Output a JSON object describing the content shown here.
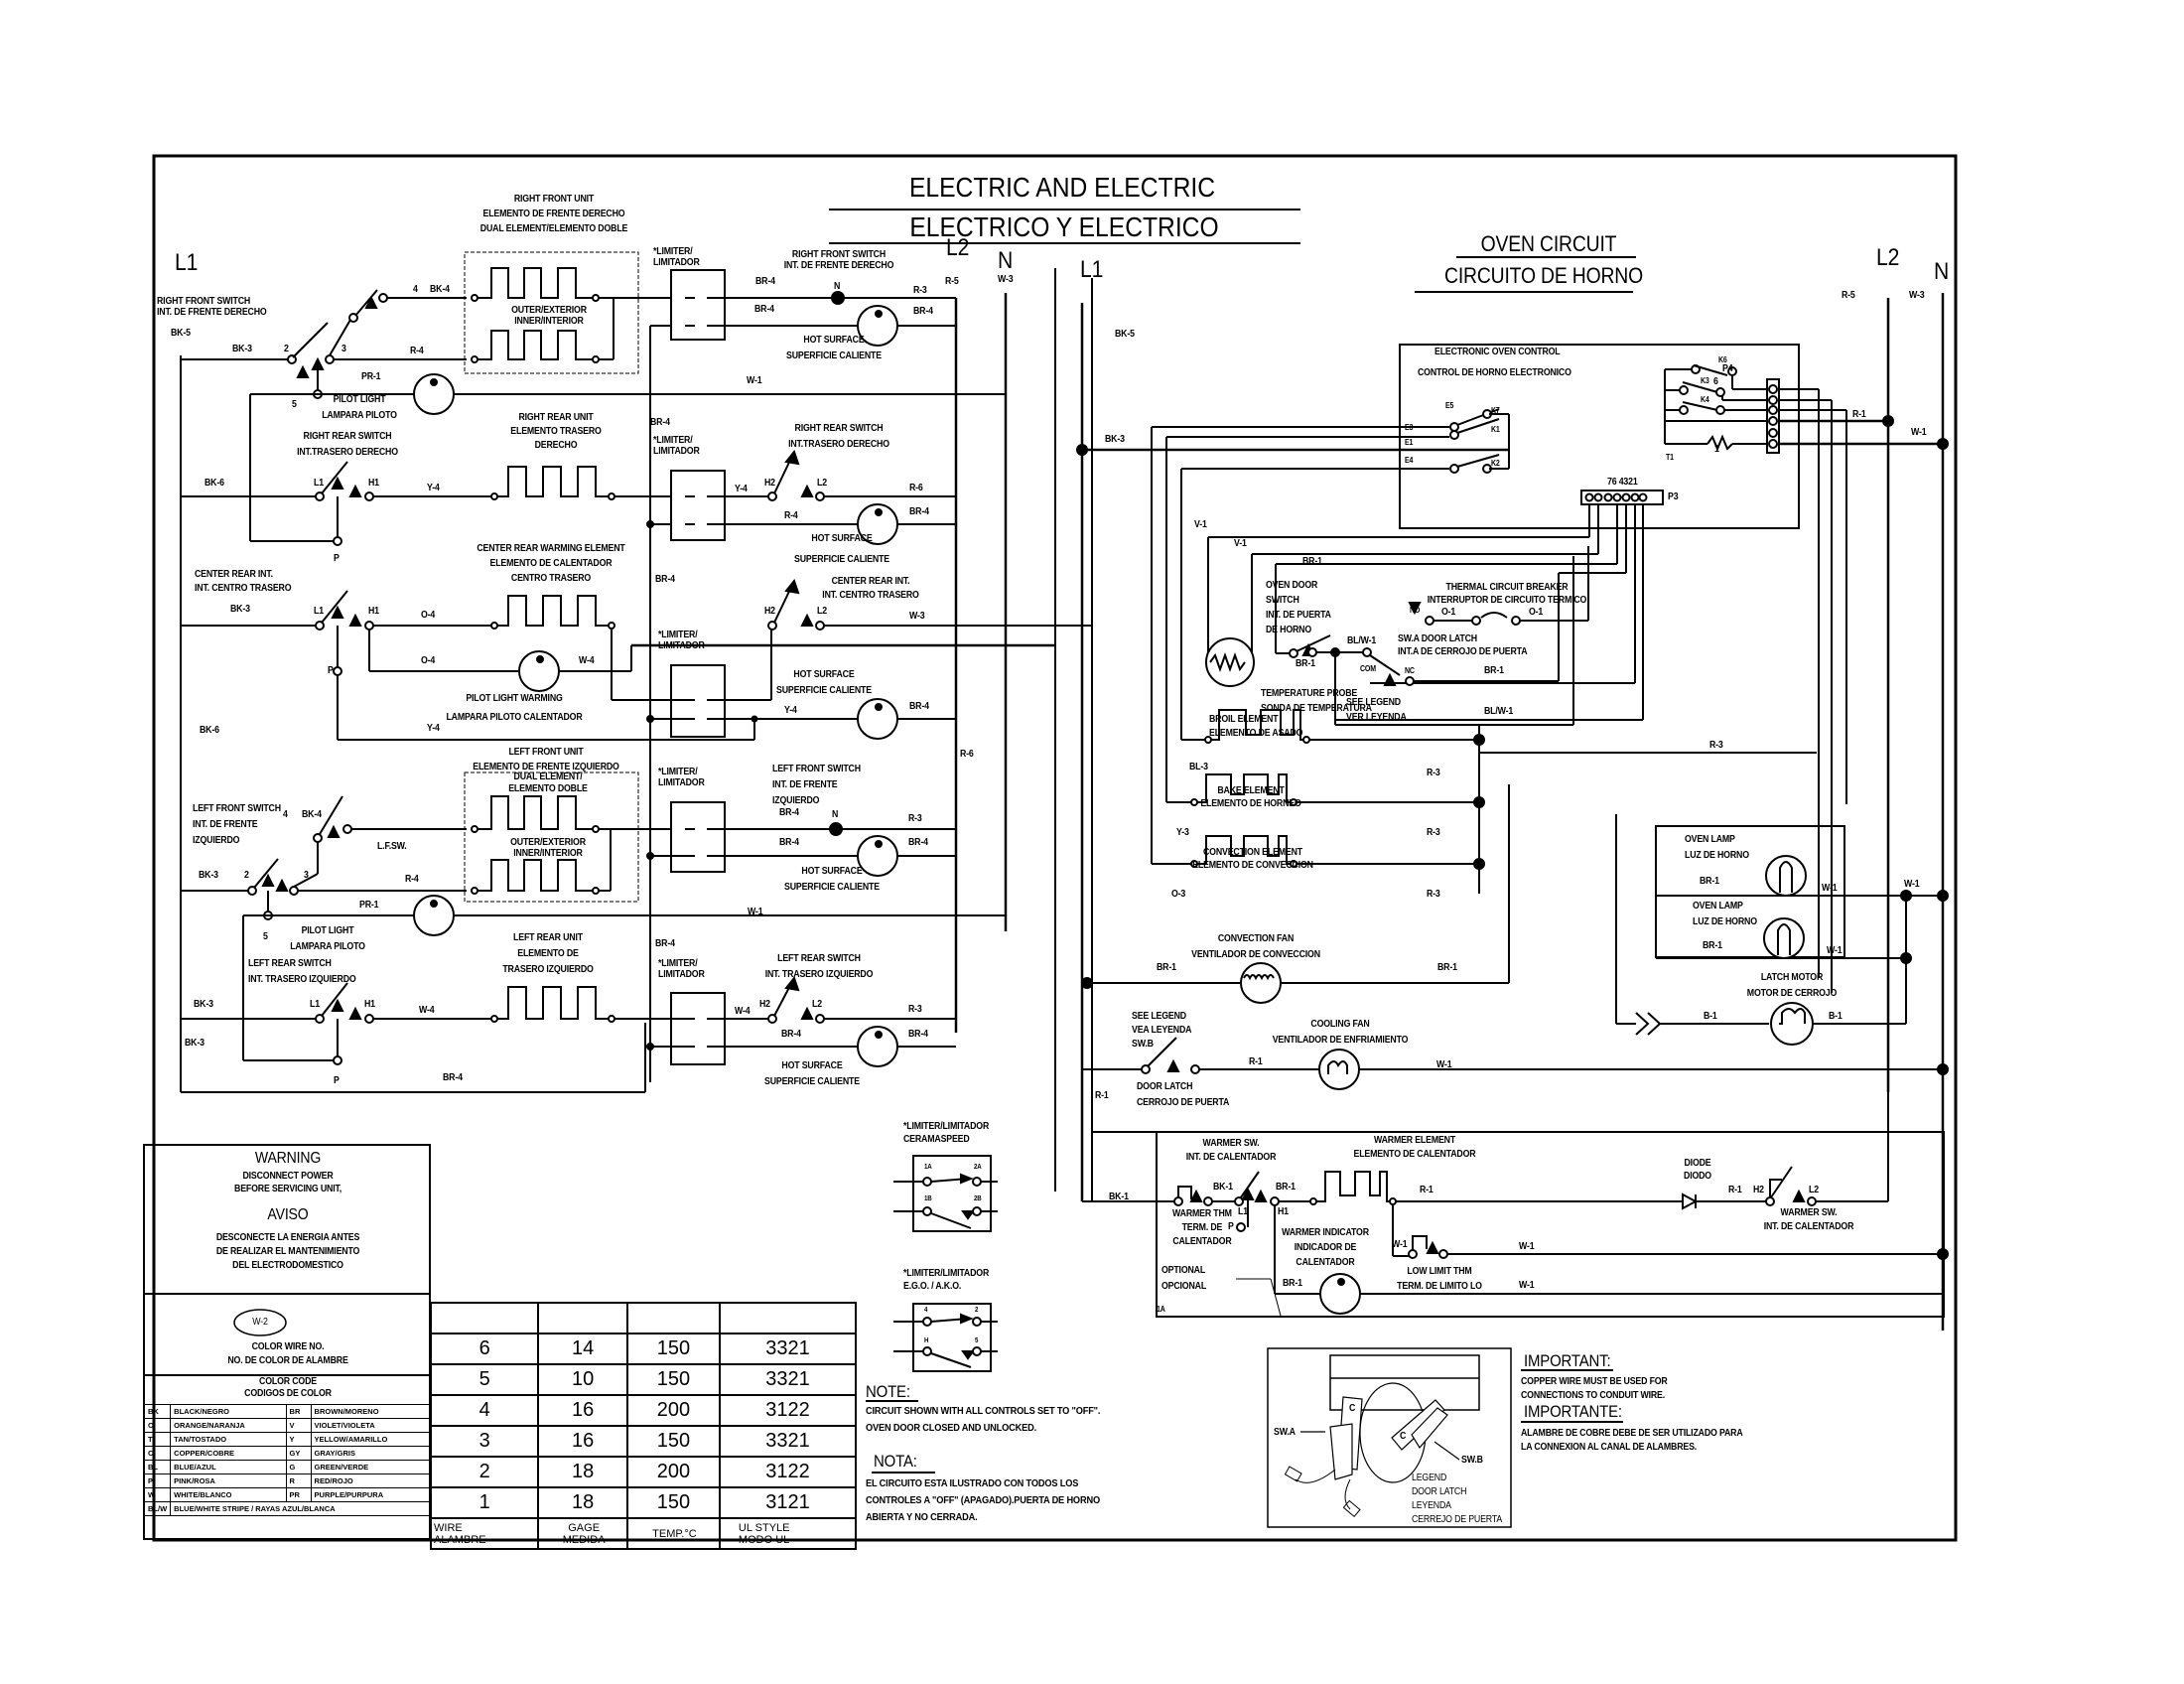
{
  "title": {
    "line1": "ELECTRIC AND ELECTRIC",
    "line2": "ELECTRICO Y ELECTRICO"
  },
  "oven_title": {
    "line1": "OVEN CIRCUIT",
    "line2": "CIRCUITO DE HORNO"
  },
  "rails": {
    "left_L1": "L1",
    "left_L2": "L2",
    "left_N": "N",
    "mid_L1": "L1",
    "right_L2": "L2",
    "right_N": "N"
  },
  "cooktop": {
    "right_front_unit": "RIGHT FRONT UNIT\nELEMENTO DE FRENTE DERECHO\nDUAL ELEMENT/ELEMENTO DOBLE",
    "outer_inner": "OUTER/EXTERIOR\nINNER/INTERIOR",
    "right_front_switch_left": "RIGHT FRONT SWITCH\nINT. DE FRENTE DERECHO",
    "right_front_switch_right": "RIGHT FRONT SWITCH\nINT. DE FRENTE DERECHO",
    "limiter": "*LIMITER/\nLIMITADOR",
    "pilot_light": "PILOT LIGHT\nLAMPARA PILOTO",
    "hot_surface": "HOT SURFACE\nSUPERFICIE CALIENTE",
    "right_rear_unit": "RIGHT REAR UNIT\nELEMENTO TRASERO\nDERECHO",
    "right_rear_switch": "RIGHT REAR SWITCH\nINT.TRASERO DERECHO",
    "center_rear_element": "CENTER REAR WARMING ELEMENT\nELEMENTO DE CALENTADOR\nCENTRO TRASERO",
    "center_rear_int": "CENTER REAR INT.\nINT. CENTRO TRASERO",
    "pilot_light_warming": "PILOT LIGHT WARMING\nLAMPARA PILOTO CALENTADOR",
    "left_front_unit": "LEFT FRONT UNIT\nELEMENTO DE FRENTE IZQUIERDO",
    "dual_element": "DUAL ELEMENT/\nELEMENTO DOBLE",
    "left_front_switch": "LEFT FRONT SWITCH\nINT. DE FRENTE\nIZQUIERDO",
    "lf_sw": "L.F.SW.",
    "left_rear_unit": "LEFT REAR UNIT\nELEMENTO DE\nTRASERO IZQUIERDO",
    "left_rear_switch_left": "LEFT REAR SWITCH\nINT. TRASERO IZQUIERDO",
    "left_rear_switch_right": "LEFT REAR SWITCH\nINT. TRASERO IZQUIERDO"
  },
  "wire_labels": {
    "BK5": "BK-5",
    "BK3": "BK-3",
    "BK4": "BK-4",
    "R4": "R-4",
    "PR1": "PR-1",
    "BR4": "BR-4",
    "R3": "R-3",
    "R5": "R-5",
    "W3": "W-3",
    "W1": "W-1",
    "BK6": "BK-6",
    "Y4": "Y-4",
    "R6": "R-6",
    "O4": "O-4",
    "W4": "W-4",
    "N": "N",
    "num2": "2",
    "num3": "3",
    "num4": "4",
    "num5": "5",
    "L1": "L1",
    "H1": "H1",
    "H2": "H2",
    "L2": "L2",
    "P": "P",
    "V1": "V-1",
    "BR1": "BR-1",
    "O1": "O-1",
    "BLW1": "BL/W-1",
    "BL3": "BL-3",
    "Y3": "Y-3",
    "O3": "O-3",
    "R1": "R-1",
    "B1": "B-1",
    "BK1": "BK-1",
    "NO": "NO",
    "NC": "NC",
    "COM": "COM",
    "1A": "1A"
  },
  "oven": {
    "eoc": "ELECTRONIC OVEN CONTROL",
    "eoc_es": "CONTROL DE HORNO ELECTRONICO",
    "relays": [
      "E5",
      "E3",
      "E1",
      "E4",
      "K7",
      "K1",
      "K2",
      "K6",
      "K3",
      "K4",
      "T1"
    ],
    "p4": "P4",
    "p4_6": "6",
    "p4_1": "1",
    "p3": "P3",
    "p3_pins": "76 4321",
    "temp_probe": "TEMPERATURE PROBE\nSONDA DE TEMPERATURA",
    "broil": "BROIL ELEMENT\nELEMENTO DE ASADO",
    "oven_door_switch": "OVEN DOOR\nSWITCH\nINT. DE PUERTA\nDE HORNO",
    "thermal_breaker": "THERMAL CIRCUIT BREAKER\nINTERRUPTOR DE CIRCUITO TERMICO",
    "swa_latch": "SW.A DOOR LATCH\nINT.A DE CERROJO DE PUERTA",
    "see_legend": "SEE LEGEND\nVER LEYENDA",
    "bake": "BAKE ELEMENT\nELEMENTO DE HORNEO",
    "convection_el": "CONVECTION ELEMENT\nELEMENTO DE CONVECCION",
    "convection_fan": "CONVECTION FAN\nVENTILADOR DE CONVECCION",
    "oven_lamp": "OVEN LAMP\nLUZ DE HORNO",
    "latch_motor": "LATCH MOTOR\nMOTOR DE CERROJO",
    "see_legend_swb": "SEE LEGEND\nVEA LEYENDA\nSW.B",
    "cooling_fan": "COOLING FAN\nVENTILADOR DE ENFRIAMIENTO",
    "door_latch": "DOOR LATCH\nCERROJO DE PUERTA",
    "warmer_sw": "WARMER SW.\nINT. DE CALENTADOR",
    "warmer_element": "WARMER ELEMENT\nELEMENTO DE CALENTADOR",
    "diode": "DIODE\nDIODO",
    "warmer_thm": "WARMER THM\nTERM. DE\nCALENTADOR",
    "warmer_indicator": "WARMER INDICATOR\nINDICADOR DE\nCALENTADOR",
    "low_limit": "LOW LIMIT THM\nTERM. DE LIMITO LO",
    "optional": "OPTIONAL\nOPCIONAL"
  },
  "warning": {
    "title": "WARNING",
    "text": "DISCONNECT POWER\nBEFORE SERVICING UNIT,",
    "title_es": "AVISO",
    "text_es": "DESCONECTE LA ENERGIA ANTES\nDE REALIZAR EL MANTENIMIENTO\nDEL ELECTRODOMESTICO"
  },
  "color_key": {
    "sample": "W-2",
    "caption": "COLOR WIRE NO.\nNO. DE COLOR DE ALAMBRE",
    "header": "COLOR CODE\nCODIGOS DE COLOR",
    "rows": [
      [
        "BK",
        "BLACK/NEGRO",
        "BR",
        "BROWN/MORENO"
      ],
      [
        "O",
        "ORANGE/NARANJA",
        "V",
        "VIOLET/VIOLETA"
      ],
      [
        "T",
        "TAN/TOSTADO",
        "Y",
        "YELLOW/AMARILLO"
      ],
      [
        "C",
        "COPPER/COBRE",
        "GY",
        "GRAY/GRIS"
      ],
      [
        "BL",
        "BLUE/AZUL",
        "G",
        "GREEN/VERDE"
      ],
      [
        "P",
        "PINK/ROSA",
        "R",
        "RED/ROJO"
      ],
      [
        "W",
        "WHITE/BLANCO",
        "PR",
        "PURPLE/PURPURA"
      ]
    ],
    "last_row": [
      "BL/W",
      "BLUE/WHITE STRIPE / RAYAS AZUL/BLANCA"
    ]
  },
  "wire_table": {
    "rows": [
      [
        "6",
        "14",
        "150",
        "3321"
      ],
      [
        "5",
        "10",
        "150",
        "3321"
      ],
      [
        "4",
        "16",
        "200",
        "3122"
      ],
      [
        "3",
        "16",
        "150",
        "3321"
      ],
      [
        "2",
        "18",
        "200",
        "3122"
      ],
      [
        "1",
        "18",
        "150",
        "3121"
      ]
    ],
    "headers": [
      "WIRE\nALAMBRE",
      "GAGE\nMEDIDA",
      "TEMP.°C",
      "UL STYLE\nMODO UL"
    ]
  },
  "limiters": {
    "ceramaspeed": "*LIMITER/LIMITADOR\nCERAMASPEED",
    "cs_pins": [
      "1A",
      "2A",
      "1B",
      "2B"
    ],
    "ego": "*LIMITER/LIMITADOR\nE.G.O. / A.K.O.",
    "ego_pins": [
      "4",
      "2",
      "H",
      "5"
    ]
  },
  "notes": {
    "note_h": "NOTE:",
    "note": "CIRCUIT SHOWN WITH ALL CONTROLS SET TO \"OFF\".\nOVEN DOOR CLOSED AND UNLOCKED.",
    "nota_h": "NOTA:",
    "nota": "EL CIRCUITO ESTA ILUSTRADO CON TODOS LOS\nCONTROLES A \"OFF\" (APAGADO).PUERTA DE HORNO\nABIERTA Y NO CERRADA."
  },
  "legend": {
    "swa": "SW.A",
    "swb": "SW.B",
    "c": "C",
    "caption": "LEGEND\nDOOR LATCH\nLEYENDA\nCERREJO DE PUERTA"
  },
  "important": {
    "h": "IMPORTANT:",
    "text": "COPPER WIRE MUST BE USED FOR\nCONNECTIONS TO CONDUIT WIRE.",
    "h_es": "IMPORTANTE:",
    "text_es": "ALAMBRE DE COBRE DEBE DE SER UTILIZADO PARA\nLA CONNEXION AL CANAL DE ALAMBRES."
  }
}
